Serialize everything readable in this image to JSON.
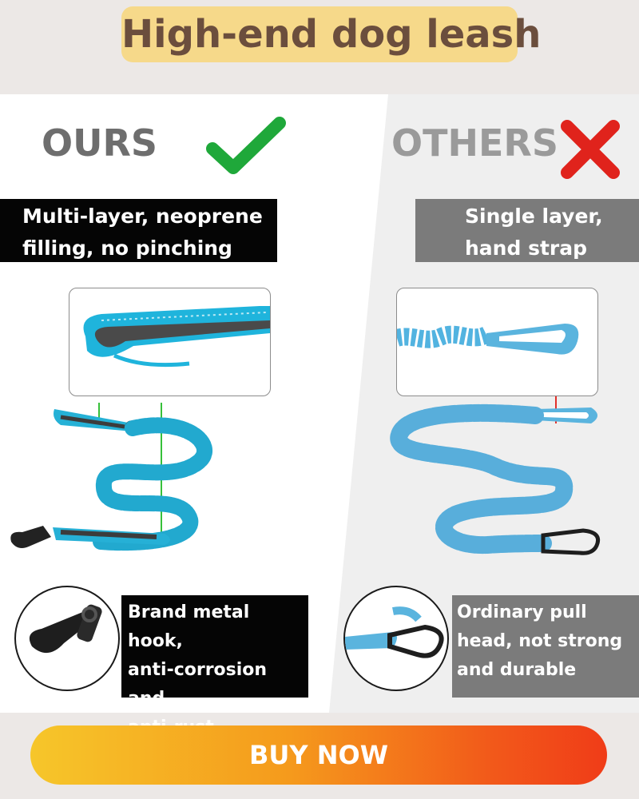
{
  "header": {
    "title": "High-end dog leash"
  },
  "ours": {
    "heading": "OURS",
    "mark_icon": "green-checkmark-icon",
    "feature_lines": [
      "Multi-layer, neoprene",
      "filling, no pinching"
    ],
    "hook_lines": [
      "Brand metal hook,",
      "anti-corrosion and",
      "anti-rust"
    ]
  },
  "others": {
    "heading": "OTHERS",
    "mark_icon": "red-cross-icon",
    "feature_lines": [
      "Single layer,",
      "hand strap"
    ],
    "hook_lines": [
      "Ordinary pull",
      "head, not strong",
      "and durable"
    ]
  },
  "cta": {
    "label": "BUY NOW"
  },
  "colors": {
    "title_pill": "#f6d98a",
    "title_text": "#6b4e3d",
    "check_green": "#1fa83a",
    "cross_red": "#e0231c",
    "leash_blue": "#29b6d8",
    "leash_blue_others": "#5ab4de",
    "button_gradient": [
      "#f6c62a",
      "#f03c18"
    ]
  }
}
